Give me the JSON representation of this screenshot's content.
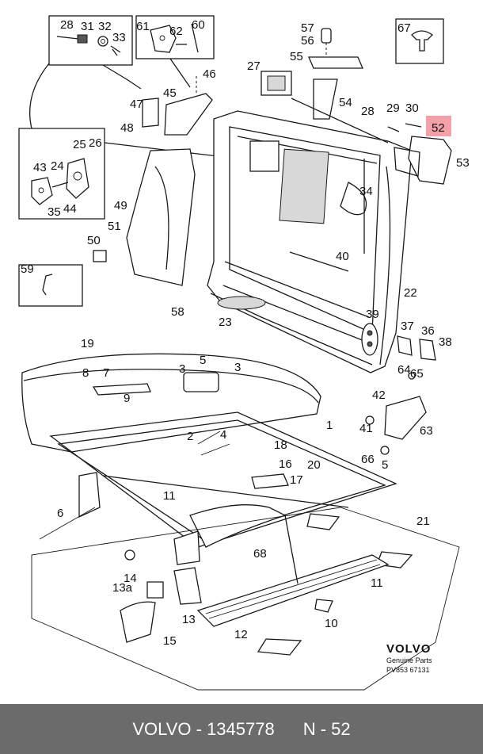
{
  "callouts": [
    {
      "id": "c28a",
      "text": "28"
    },
    {
      "id": "c31",
      "text": "31"
    },
    {
      "id": "c32",
      "text": "32"
    },
    {
      "id": "c33",
      "text": "33"
    },
    {
      "id": "c61",
      "text": "61"
    },
    {
      "id": "c62",
      "text": "62"
    },
    {
      "id": "c60",
      "text": "60"
    },
    {
      "id": "c57",
      "text": "57"
    },
    {
      "id": "c56",
      "text": "56"
    },
    {
      "id": "c55",
      "text": "55"
    },
    {
      "id": "c67",
      "text": "67"
    },
    {
      "id": "c46",
      "text": "46"
    },
    {
      "id": "c27",
      "text": "27"
    },
    {
      "id": "c45",
      "text": "45"
    },
    {
      "id": "c47",
      "text": "47"
    },
    {
      "id": "c48",
      "text": "48"
    },
    {
      "id": "c54",
      "text": "54"
    },
    {
      "id": "c28b",
      "text": "28"
    },
    {
      "id": "c29",
      "text": "29"
    },
    {
      "id": "c30",
      "text": "30"
    },
    {
      "id": "c52",
      "text": "52"
    },
    {
      "id": "c53",
      "text": "53"
    },
    {
      "id": "c25",
      "text": "25"
    },
    {
      "id": "c26",
      "text": "26"
    },
    {
      "id": "c43",
      "text": "43"
    },
    {
      "id": "c24",
      "text": "24"
    },
    {
      "id": "c35",
      "text": "35"
    },
    {
      "id": "c44",
      "text": "44"
    },
    {
      "id": "c49",
      "text": "49"
    },
    {
      "id": "c34",
      "text": "34"
    },
    {
      "id": "c51",
      "text": "51"
    },
    {
      "id": "c50",
      "text": "50"
    },
    {
      "id": "c40",
      "text": "40"
    },
    {
      "id": "c59",
      "text": "59"
    },
    {
      "id": "c22",
      "text": "22"
    },
    {
      "id": "c58",
      "text": "58"
    },
    {
      "id": "c23",
      "text": "23"
    },
    {
      "id": "c39",
      "text": "39"
    },
    {
      "id": "c37",
      "text": "37"
    },
    {
      "id": "c36",
      "text": "36"
    },
    {
      "id": "c38",
      "text": "38"
    },
    {
      "id": "c19",
      "text": "19"
    },
    {
      "id": "c5a",
      "text": "5"
    },
    {
      "id": "c3a",
      "text": "3"
    },
    {
      "id": "c3b",
      "text": "3"
    },
    {
      "id": "c8",
      "text": "8"
    },
    {
      "id": "c7",
      "text": "7"
    },
    {
      "id": "c9",
      "text": "9"
    },
    {
      "id": "c64",
      "text": "64"
    },
    {
      "id": "c65",
      "text": "65"
    },
    {
      "id": "c42",
      "text": "42"
    },
    {
      "id": "c1",
      "text": "1"
    },
    {
      "id": "c2",
      "text": "2"
    },
    {
      "id": "c4",
      "text": "4"
    },
    {
      "id": "c18",
      "text": "18"
    },
    {
      "id": "c41",
      "text": "41"
    },
    {
      "id": "c63",
      "text": "63"
    },
    {
      "id": "c16",
      "text": "16"
    },
    {
      "id": "c20",
      "text": "20"
    },
    {
      "id": "c66",
      "text": "66"
    },
    {
      "id": "c5b",
      "text": "5"
    },
    {
      "id": "c17",
      "text": "17"
    },
    {
      "id": "c11a",
      "text": "11"
    },
    {
      "id": "c6",
      "text": "6"
    },
    {
      "id": "c21",
      "text": "21"
    },
    {
      "id": "c68",
      "text": "68"
    },
    {
      "id": "c14",
      "text": "14"
    },
    {
      "id": "c13a",
      "text": "13a"
    },
    {
      "id": "c11b",
      "text": "11"
    },
    {
      "id": "c13",
      "text": "13"
    },
    {
      "id": "c10",
      "text": "10"
    },
    {
      "id": "c12",
      "text": "12"
    },
    {
      "id": "c15",
      "text": "15"
    }
  ],
  "highlight": {
    "text": "52",
    "color": "#f4a0a8"
  },
  "brand": {
    "logo": "VOLVO",
    "tagline": "Genuine Parts",
    "code": "PV853 67131"
  },
  "footer": {
    "part_number": "VOLVO - 1345778",
    "ref": "N - 52",
    "bg": "#6b6b6b"
  }
}
